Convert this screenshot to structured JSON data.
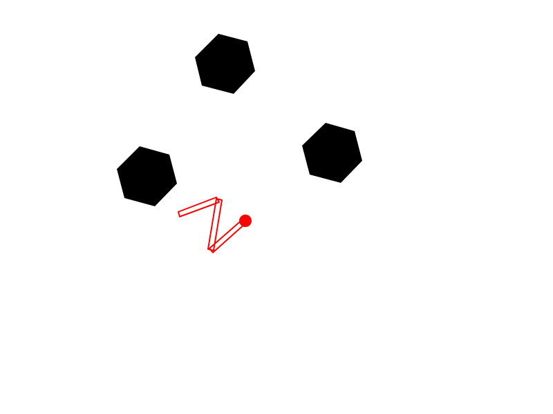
{
  "scene": {
    "background_color": "#ffffff",
    "obstacles": {
      "shape": "hexagon",
      "count": 3,
      "color": "#000000"
    },
    "arm": {
      "link_count": 3,
      "outline_color": "#ff0000",
      "end_effector_color": "#ff0000"
    }
  }
}
